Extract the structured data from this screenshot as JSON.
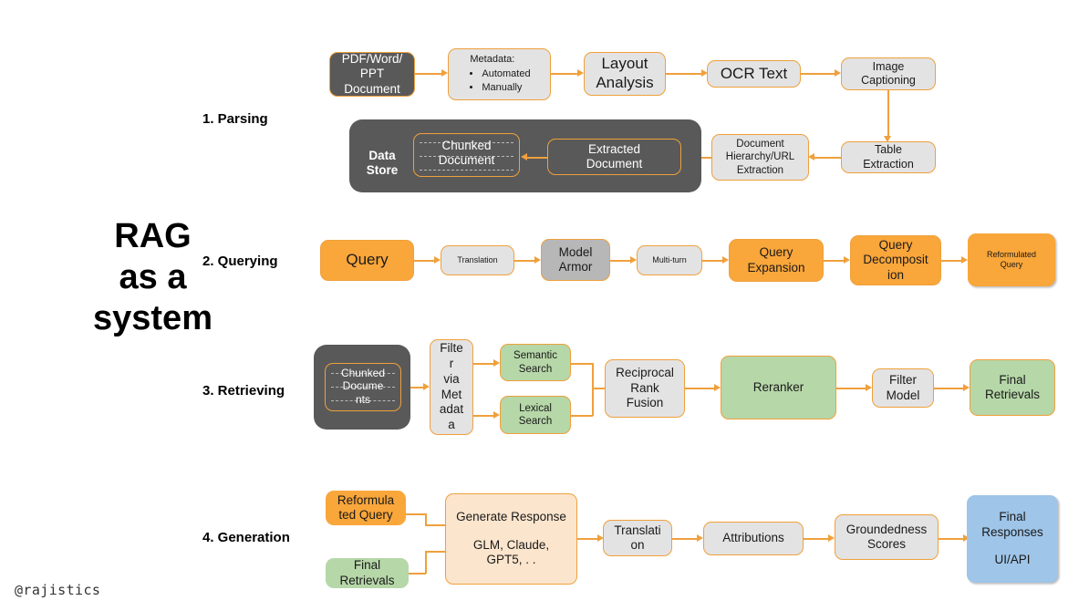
{
  "title": {
    "line1": "RAG",
    "line2": "as a",
    "line3": "system"
  },
  "watermark": "@rajistics",
  "rows": [
    {
      "label": "1. Parsing"
    },
    {
      "label": "2. Querying"
    },
    {
      "label": "3. Retrieving"
    },
    {
      "label": "4. Generation"
    }
  ],
  "colors": {
    "orange_accent": "#f0a03c",
    "orange_fill": "#f9a63a",
    "grey_fill": "#e3e3e3",
    "grey_mid_fill": "#b7b7b7",
    "dark_fill": "#595959",
    "green_fill": "#b6d7a8",
    "blue_fill": "#9fc5e8",
    "peach_fill": "#fce5cd"
  },
  "parsing": {
    "source_document": "PDF/Word/\nPPT\nDocument",
    "metadata_title": "Metadata:",
    "metadata_items": [
      "Automated",
      "Manually"
    ],
    "layout_analysis": "Layout\nAnalysis",
    "ocr_text": "OCR Text",
    "image_captioning": "Image\nCaptioning",
    "table_extraction": "Table\nExtraction",
    "document_hierarchy": "Document\nHierarchy/URL\nExtraction",
    "extracted_document": "Extracted\nDocument",
    "data_store": "Data\nStore",
    "chunked_document": "Chunked\nDocument"
  },
  "querying": {
    "query": "Query",
    "translation": "Translation",
    "model_armor": "Model\nArmor",
    "multi_turn": "Multi-turn",
    "query_expansion": "Query\nExpansion",
    "query_decomposition": "Query\nDecomposit\nion",
    "reformulated_query": "Reformulated\nQuery"
  },
  "retrieving": {
    "chunked_documents": "Chunked\nDocume\nnts",
    "filter_via_metadata": "Filte\nr\nvia\nMet\nadat\na",
    "semantic_search": "Semantic\nSearch",
    "lexical_search": "Lexical\nSearch",
    "reciprocal_rank_fusion": "Reciprocal\nRank\nFusion",
    "reranker": "Reranker",
    "filter_model": "Filter\nModel",
    "final_retrievals": "Final\nRetrievals"
  },
  "generation": {
    "reformulated_query": "Reformula\nted Query",
    "final_retrievals": "Final\nRetrievals",
    "generate_response_title": "Generate Response",
    "generate_response_models": "GLM, Claude,\nGPT5,  . .",
    "translation": "Translati\non",
    "attributions": "Attributions",
    "groundedness_scores": "Groundedness\nScores",
    "final_responses": "Final\nResponses",
    "final_responses_sub": "UI/API"
  }
}
